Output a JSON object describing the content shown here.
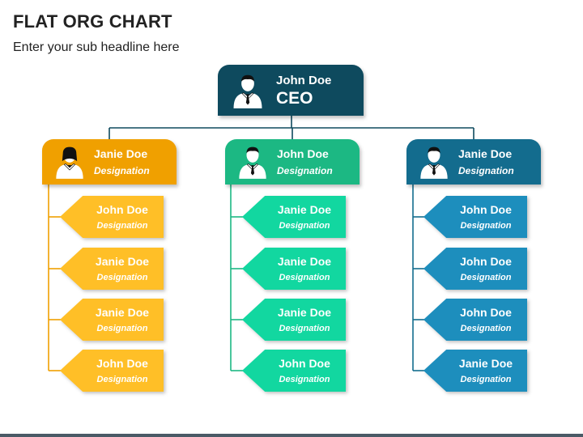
{
  "title": "FLAT ORG CHART",
  "subtitle": "Enter your sub headline here",
  "colors": {
    "ceo": "#0e4a5e",
    "orange_head": "#f0a000",
    "orange_member": "#ffbf27",
    "green_head": "#1cb883",
    "green_member": "#12d7a0",
    "blue_head": "#136c8e",
    "blue_member": "#1d8ebd",
    "line": "#0e4a5e"
  },
  "ceo": {
    "name": "John Doe",
    "designation": "CEO",
    "icon": "male-person-icon"
  },
  "departments": [
    {
      "key": "orange",
      "head": {
        "name": "Janie Doe",
        "designation": "Designation",
        "icon": "female-person-icon"
      },
      "members": [
        {
          "name": "John Doe",
          "designation": "Designation"
        },
        {
          "name": "Janie Doe",
          "designation": "Designation"
        },
        {
          "name": "Janie Doe",
          "designation": "Designation"
        },
        {
          "name": "John Doe",
          "designation": "Designation"
        }
      ]
    },
    {
      "key": "green",
      "head": {
        "name": "John Doe",
        "designation": "Designation",
        "icon": "male-person-icon"
      },
      "members": [
        {
          "name": "Janie Doe",
          "designation": "Designation"
        },
        {
          "name": "Janie Doe",
          "designation": "Designation"
        },
        {
          "name": "Janie Doe",
          "designation": "Designation"
        },
        {
          "name": "John Doe",
          "designation": "Designation"
        }
      ]
    },
    {
      "key": "blue",
      "head": {
        "name": "Janie Doe",
        "designation": "Designation",
        "icon": "male-person-icon"
      },
      "members": [
        {
          "name": "John Doe",
          "designation": "Designation"
        },
        {
          "name": "John Doe",
          "designation": "Designation"
        },
        {
          "name": "John Doe",
          "designation": "Designation"
        },
        {
          "name": "Janie Doe",
          "designation": "Designation"
        }
      ]
    }
  ]
}
